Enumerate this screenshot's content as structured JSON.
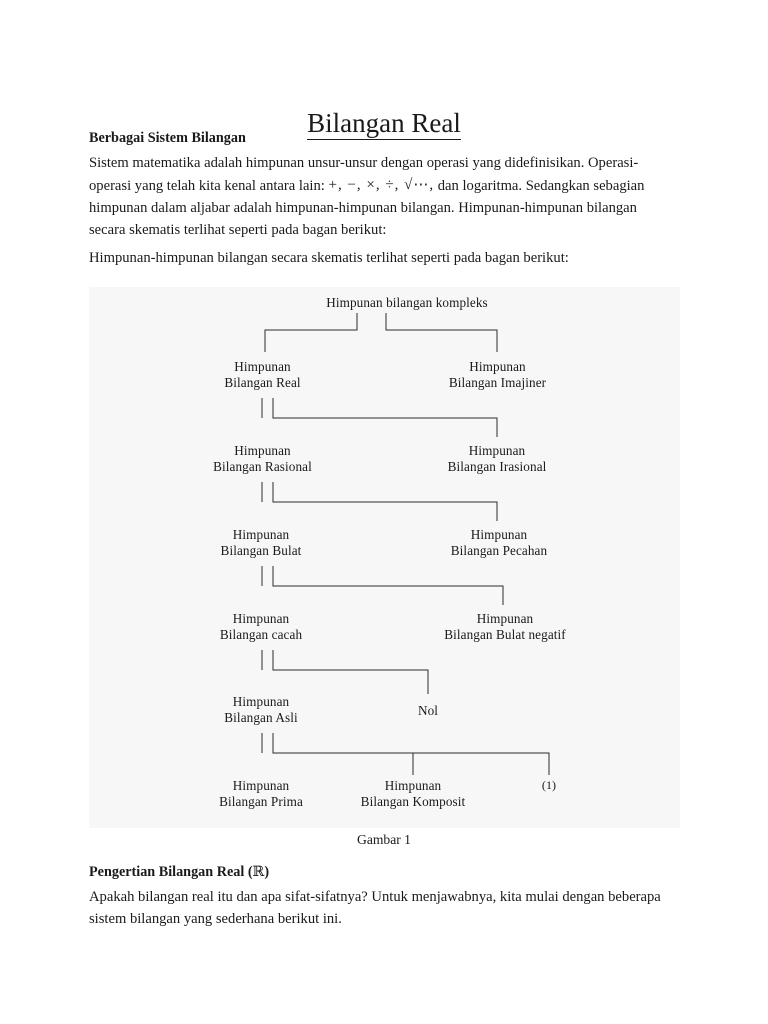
{
  "document": {
    "title": "Bilangan Real",
    "caption": "Gambar 1"
  },
  "intro": {
    "heading": "Berbagai Sistem Bilangan",
    "line1": "Sistem matematika adalah himpunan unsur-unsur dengan operasi yang didefinisikan. Operasi-",
    "line2_before": "operasi yang telah kita kenal antara lain:",
    "math_symbols": "+, −, ×, ÷, √⋯,",
    "line2_after": "dan logaritma. Sedangkan",
    "line3": "sebagian himpunan dalam aljabar adalah himpunan-himpunan bilangan.",
    "line4": "Himpunan-himpunan bilangan secara skematis terlihat seperti pada bagan berikut:",
    "repeat_line": "Himpunan-himpunan bilangan secara skematis terlihat seperti pada bagan berikut:"
  },
  "bottom": {
    "heading_before": "Pengertian Bilangan Real (",
    "heading_symbol": "ℝ",
    "heading_after": ")",
    "line1": "Apakah bilangan real itu dan apa sifat-sifatnya? Untuk menjawabnya, kita mulai dengan",
    "line2": "beberapa sistem bilangan yang sederhana berikut ini."
  },
  "chart_data": {
    "type": "diagram",
    "title": "Gambar 1",
    "subtype": "hierarchy-tree",
    "root": "Himpunan bilangan kompleks",
    "levels": [
      {
        "level": 0,
        "nodes": [
          "Himpunan bilangan kompleks"
        ]
      },
      {
        "level": 1,
        "nodes": [
          "Himpunan Bilangan Real",
          "Himpunan Bilangan Imajiner"
        ]
      },
      {
        "level": 2,
        "nodes": [
          "Himpunan Bilangan Rasional",
          "Himpunan Bilangan Irasional"
        ]
      },
      {
        "level": 3,
        "nodes": [
          "Himpunan Bilangan Bulat",
          "Himpunan Bilangan Pecahan"
        ]
      },
      {
        "level": 4,
        "nodes": [
          "Himpunan Bilangan cacah",
          "Himpunan Bilangan Bulat negatif"
        ]
      },
      {
        "level": 5,
        "nodes": [
          "Himpunan Bilangan Asli",
          "Nol"
        ]
      },
      {
        "level": 6,
        "nodes": [
          "Himpunan Bilangan Prima",
          "Himpunan Bilangan Komposit",
          "(1)"
        ]
      }
    ]
  },
  "nodes": {
    "root": {
      "l1": "Himpunan bilangan kompleks",
      "l2": ""
    },
    "real": {
      "l1": "Himpunan",
      "l2": "Bilangan Real"
    },
    "imajiner": {
      "l1": "Himpunan",
      "l2": "Bilangan Imajiner"
    },
    "rasional": {
      "l1": "Himpunan",
      "l2": "Bilangan Rasional"
    },
    "irasional": {
      "l1": "Himpunan",
      "l2": "Bilangan Irasional"
    },
    "bulat": {
      "l1": "Himpunan",
      "l2": "Bilangan Bulat"
    },
    "pecahan": {
      "l1": "Himpunan",
      "l2": "Bilangan Pecahan"
    },
    "cacah": {
      "l1": "Himpunan",
      "l2": "Bilangan cacah"
    },
    "bulat_negatif": {
      "l1": "Himpunan",
      "l2": "Bilangan Bulat negatif"
    },
    "asli": {
      "l1": "Himpunan",
      "l2": "Bilangan Asli"
    },
    "nol": {
      "l1": "Nol",
      "l2": ""
    },
    "prima": {
      "l1": "Himpunan",
      "l2": "Bilangan Prima"
    },
    "komposit": {
      "l1": "Himpunan",
      "l2": "Bilangan Komposit"
    },
    "satu": {
      "l1": "(1)",
      "l2": ""
    }
  },
  "colors": {
    "text": "#1a1a1a",
    "line": "#2b2b2b",
    "diagram_background": "#f7f7f7",
    "page_background": "#ffffff"
  }
}
